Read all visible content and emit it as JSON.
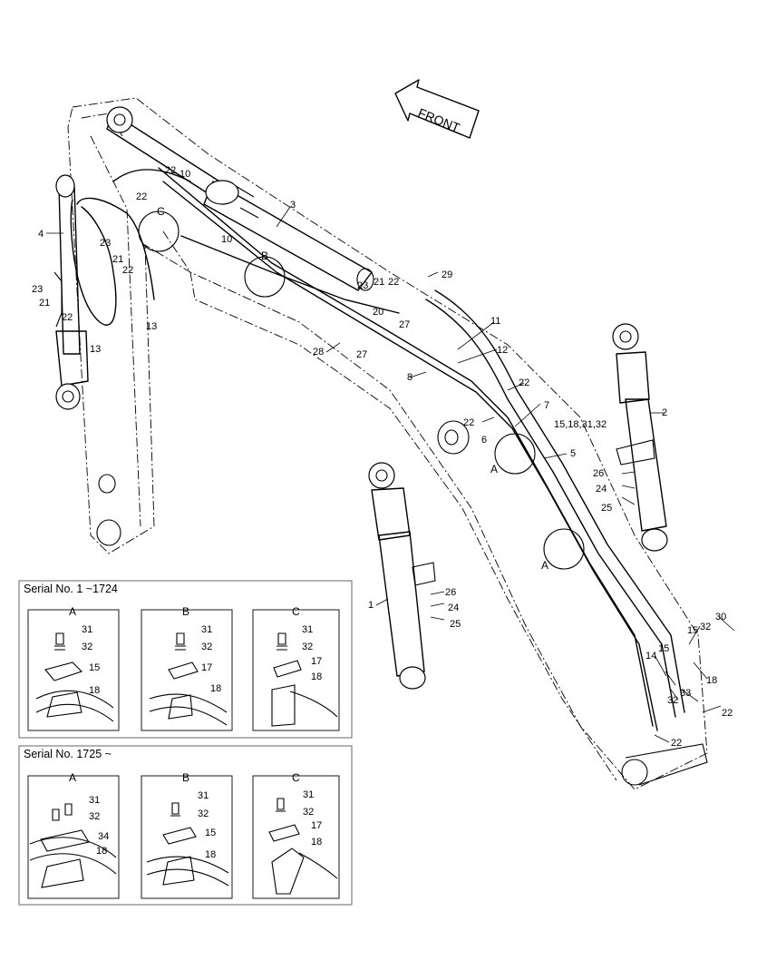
{
  "front_arrow": {
    "label": "FRONT",
    "icon": "front-direction-arrow-icon"
  },
  "callouts": {
    "c1": "1",
    "c2": "2",
    "c3": "3",
    "c4": "4",
    "c5": "5",
    "c6": "6",
    "c7": "7",
    "c8": "8",
    "c10a": "10",
    "c10b": "10",
    "c11": "11",
    "c12": "12",
    "c13a": "13",
    "c13b": "13",
    "c14": "14",
    "c15a": "15",
    "c15b": "15",
    "c15list": "15,18,31,32",
    "c18": "18",
    "c20": "20",
    "c21a": "21",
    "c21b": "21",
    "c21c": "21",
    "c22a": "22",
    "c22b": "22",
    "c22c": "22",
    "c22d": "22",
    "c22e": "22",
    "c22f": "22",
    "c22g": "22",
    "c22h": "22",
    "c22i": "22",
    "c23a": "23",
    "c23b": "23",
    "c23c": "23",
    "c24a": "24",
    "c24b": "24",
    "c25a": "25",
    "c25b": "25",
    "c26a": "26",
    "c26b": "26",
    "c27a": "27",
    "c27b": "27",
    "c28": "28",
    "c29": "29",
    "c30": "30",
    "c32a": "32",
    "c32b": "32",
    "c33": "33",
    "markA1": "A",
    "markA2": "A",
    "markB": "B",
    "markC": "C"
  },
  "serial_boxes": [
    {
      "title": "Serial No. 1 ~1724",
      "details": [
        {
          "label": "A",
          "parts": [
            "31",
            "32",
            "15",
            "18"
          ]
        },
        {
          "label": "B",
          "parts": [
            "31",
            "32",
            "17",
            "18"
          ]
        },
        {
          "label": "C",
          "parts": [
            "31",
            "32",
            "17",
            "18"
          ]
        }
      ]
    },
    {
      "title": "Serial No. 1725 ~",
      "details": [
        {
          "label": "A",
          "parts": [
            "31",
            "32",
            "34",
            "18"
          ]
        },
        {
          "label": "B",
          "parts": [
            "31",
            "32",
            "15",
            "18"
          ]
        },
        {
          "label": "C",
          "parts": [
            "31",
            "32",
            "17",
            "18"
          ]
        }
      ]
    }
  ]
}
